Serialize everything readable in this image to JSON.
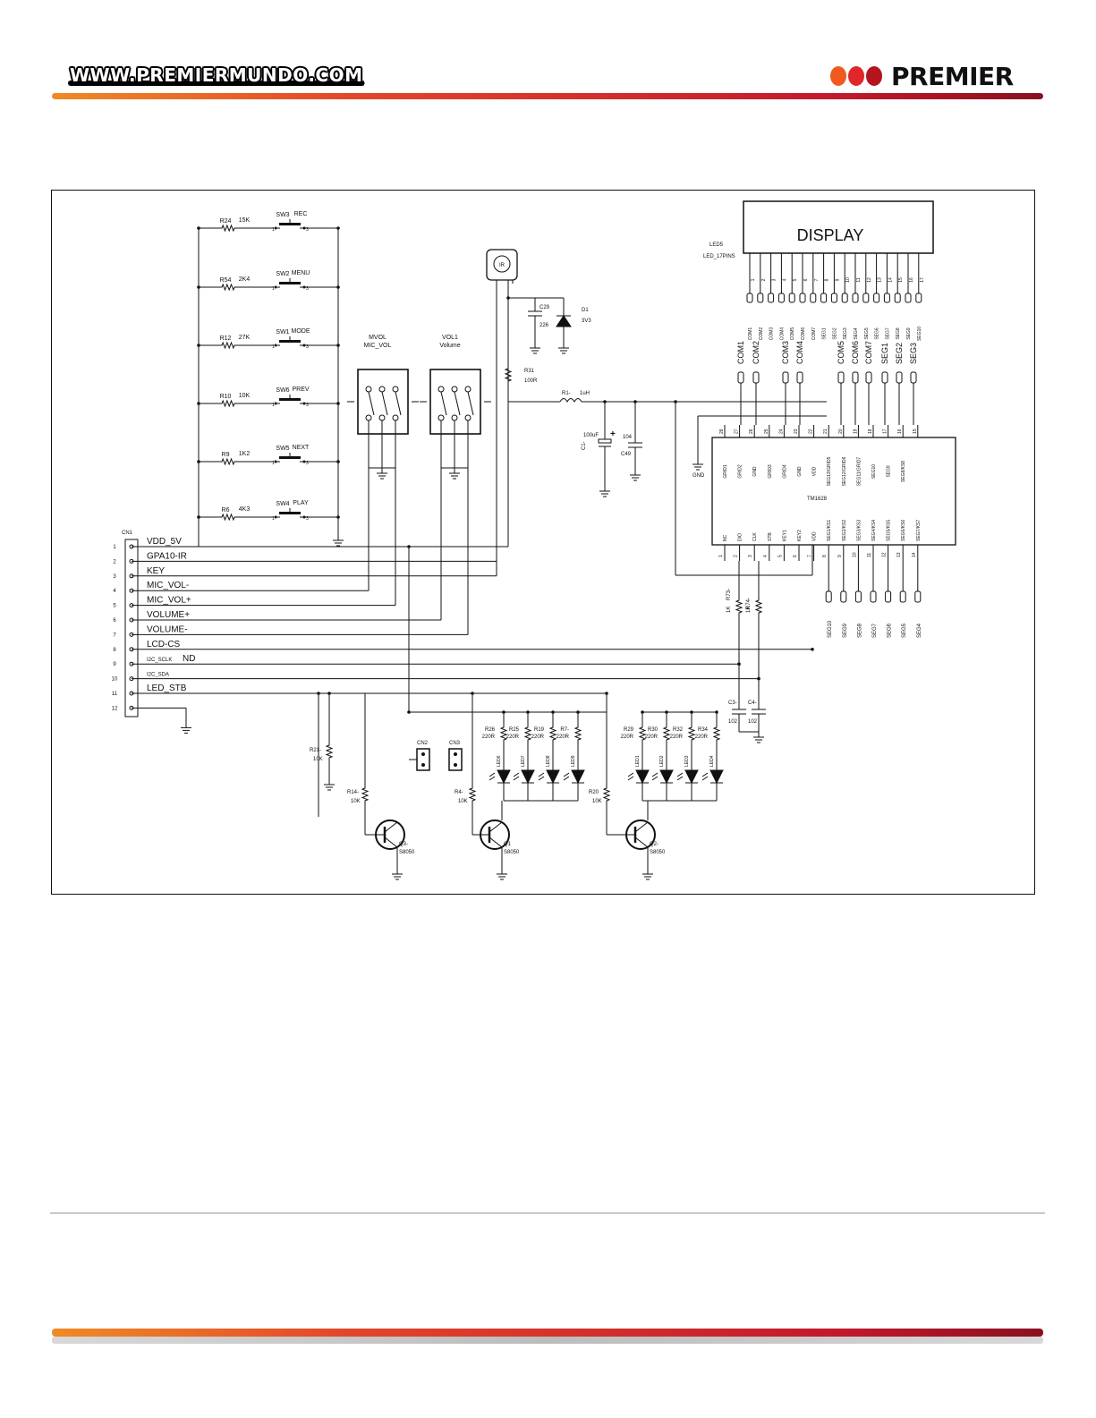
{
  "header": {
    "url": "WWW.PREMIERMUNDO.COM",
    "brand": "PREMIER",
    "dot_colors": [
      "#f05a1e",
      "#e0282a",
      "#b4141e"
    ]
  },
  "schematic": {
    "connector": {
      "ref": "CN1",
      "pins": [
        {
          "num": "1",
          "label": "VDD_5V"
        },
        {
          "num": "2",
          "label": "GPA10-IR"
        },
        {
          "num": "3",
          "label": "KEY"
        },
        {
          "num": "4",
          "label": "MIC_VOL-"
        },
        {
          "num": "5",
          "label": "MIC_VOL+"
        },
        {
          "num": "6",
          "label": "VOLUME+"
        },
        {
          "num": "7",
          "label": "VOLUME-"
        },
        {
          "num": "8",
          "label": "LCD-CS"
        },
        {
          "num": "9",
          "label": "I2C_SCLK"
        },
        {
          "num": "10",
          "label": "I2C_SDA"
        },
        {
          "num": "11",
          "label": "LED_STB"
        },
        {
          "num": "12",
          "label": ""
        }
      ],
      "extra_label": "ND"
    },
    "switches": [
      {
        "res": "R24",
        "val": "15K",
        "sw": "SW3",
        "name": "REC"
      },
      {
        "res": "R54",
        "val": "2K4",
        "sw": "SW2",
        "name": "MENU"
      },
      {
        "res": "R12",
        "val": "27K",
        "sw": "SW1",
        "name": "MODE"
      },
      {
        "res": "R10",
        "val": "10K",
        "sw": "SW6",
        "name": "PREV"
      },
      {
        "res": "R9",
        "val": "1K2",
        "sw": "SW5",
        "name": "NEXT"
      },
      {
        "res": "R6",
        "val": "4K3",
        "sw": "SW4",
        "name": "PLAY"
      }
    ],
    "encoders": [
      {
        "ref": "MVOL",
        "name": "MIC_VOL"
      },
      {
        "ref": "VOL1",
        "name": "Volume"
      }
    ],
    "ir": {
      "label": "IR",
      "cap_ref": "C29",
      "cap_val": "226",
      "diode_ref": "D1",
      "diode_val": "3V3",
      "res_ref": "R31",
      "res_val": "100R"
    },
    "power": {
      "ind_ref": "R1-",
      "ind_val": "1uH",
      "c1_val": "100uF",
      "c1_ref": "C1-",
      "c49_val": "104",
      "c49_ref": "C49",
      "gnd": "GND"
    },
    "display": {
      "title": "DISPLAY",
      "ref": "LED5",
      "part": "LED_17PINS",
      "pins": [
        "1",
        "2",
        "3",
        "4",
        "5",
        "6",
        "7",
        "8",
        "9",
        "10",
        "11",
        "12",
        "13",
        "14",
        "15",
        "16",
        "17"
      ],
      "pin_names": [
        "COM1",
        "COM2",
        "COM3",
        "COM4",
        "COM5",
        "COM6",
        "COM7",
        "SEG1",
        "SEG2",
        "SEG3",
        "SEG4",
        "SEG5",
        "SEG6",
        "SEG7",
        "SEG8",
        "SEG9",
        "SEG10"
      ],
      "net_labels": [
        "COM1",
        "COM2",
        "COM3",
        "COM4",
        "COM5",
        "COM6",
        "COM7",
        "SEG1",
        "SEG2",
        "SEG3"
      ]
    },
    "ic": {
      "name": "TM1628",
      "top_pins": [
        {
          "num": "28",
          "name": "GRID1"
        },
        {
          "num": "27",
          "name": "GRID2"
        },
        {
          "num": "26",
          "name": "GND"
        },
        {
          "num": "25",
          "name": "GRID3"
        },
        {
          "num": "24",
          "name": "GRID4"
        },
        {
          "num": "23",
          "name": "GND"
        },
        {
          "num": "22",
          "name": "VDD"
        },
        {
          "num": "21",
          "name": "SEG13/GRID5"
        },
        {
          "num": "20",
          "name": "SEG12/GRID6"
        },
        {
          "num": "19",
          "name": "SEG11/GRID7"
        },
        {
          "num": "18",
          "name": "SEG10"
        },
        {
          "num": "17",
          "name": "SEG9"
        },
        {
          "num": "16",
          "name": "SEG8/KS8"
        },
        {
          "num": "15",
          "name": ""
        }
      ],
      "bottom_pins": [
        {
          "num": "1",
          "name": "NC"
        },
        {
          "num": "2",
          "name": "DIO"
        },
        {
          "num": "3",
          "name": "CLK"
        },
        {
          "num": "4",
          "name": "STB"
        },
        {
          "num": "5",
          "name": "KEY1"
        },
        {
          "num": "6",
          "name": "KEY2"
        },
        {
          "num": "7",
          "name": "VDD"
        },
        {
          "num": "8",
          "name": "SEG1/KS1"
        },
        {
          "num": "9",
          "name": "SEG2/KS2"
        },
        {
          "num": "10",
          "name": "SEG3/KS3"
        },
        {
          "num": "11",
          "name": "SEG4/KS4"
        },
        {
          "num": "12",
          "name": "SEG5/KS5"
        },
        {
          "num": "13",
          "name": "SEG6/KS6"
        },
        {
          "num": "14",
          "name": "SEG7/KS7"
        }
      ],
      "bottom_nets": [
        "SEG10",
        "SEG9",
        "SEG8",
        "SEG7",
        "SEG6",
        "SEG5",
        "SEG4"
      ],
      "pullups": [
        {
          "ref": "R73-",
          "val": "1K"
        },
        {
          "ref": "R74-",
          "val": "1K"
        }
      ],
      "caps": [
        {
          "ref": "C3-",
          "val": "102"
        },
        {
          "ref": "C4-",
          "val": "102"
        }
      ]
    },
    "led_groups": [
      {
        "resistors": [
          {
            "ref": "R26",
            "val": "220R"
          },
          {
            "ref": "R25",
            "val": "220R"
          },
          {
            "ref": "R19",
            "val": "220R"
          },
          {
            "ref": "R7-",
            "val": "220R"
          }
        ],
        "leds": [
          "LED6",
          "LED7",
          "LED8",
          "LED9"
        ]
      },
      {
        "resistors": [
          {
            "ref": "R29",
            "val": "220R"
          },
          {
            "ref": "R30",
            "val": "220R"
          },
          {
            "ref": "R32",
            "val": "220R"
          },
          {
            "ref": "R34",
            "val": "220R"
          }
        ],
        "leds": [
          "LED1",
          "LED2",
          "LED3",
          "LED4"
        ]
      }
    ],
    "transistors": [
      {
        "ref": "Q3-",
        "part": "S8050",
        "base_res": "R14-",
        "base_val": "10K"
      },
      {
        "ref": "Q1",
        "part": "S8050",
        "base_res": "R4-",
        "base_val": "10K"
      },
      {
        "ref": "Q2-",
        "part": "S8050",
        "base_res": "R20",
        "base_val": "10K"
      }
    ],
    "misc": {
      "r21_ref": "R21-",
      "r21_val": "10K",
      "cn2": "CN2",
      "cn3": "CN3"
    }
  }
}
